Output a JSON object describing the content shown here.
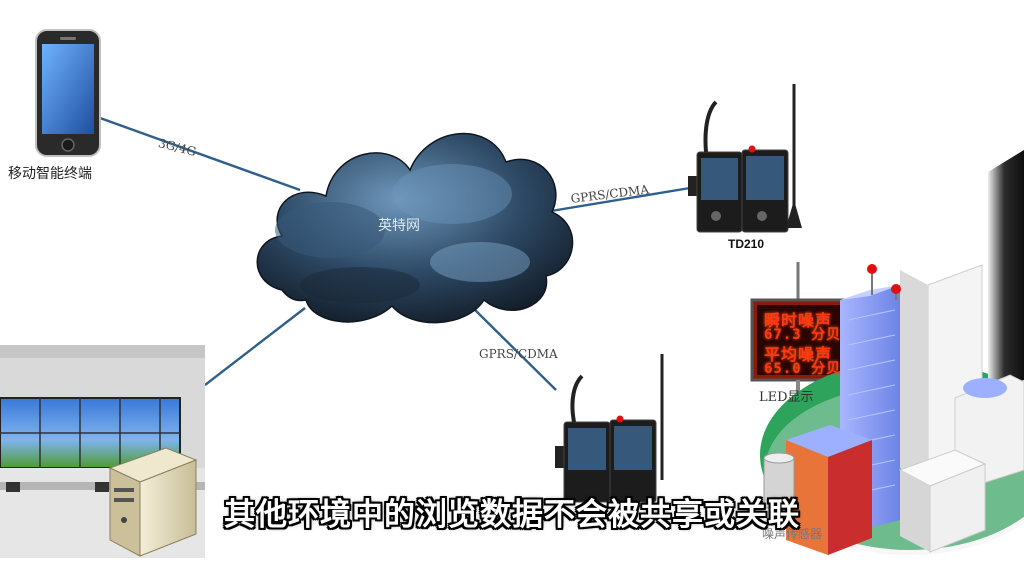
{
  "labels": {
    "phone": "移动智能终端",
    "link_phone": "3G/4G",
    "cloud": "英特网",
    "link_gateway_top": "GPRS/CDMA",
    "link_gateway_bottom": "GPRS/CDMA",
    "gateway_model": "TD210",
    "led_display": "LED显示",
    "sensor_partial": "噪声传感器"
  },
  "led_board": {
    "line1": "瞬时噪声",
    "line2": "67.3 分贝",
    "line3": "平均噪声",
    "line4": "65.0 分贝"
  },
  "subtitle": "其他环境中的浏览数据不会被共享或关联",
  "colors": {
    "link": "#2f5f8a",
    "cloud_dark": "#1b2a3a",
    "cloud_light": "#5f88ad",
    "led_text": "#ff3a10",
    "building_blue": "#8b9ff0",
    "building_red": "#c92d2d",
    "ground_green": "#2da35c"
  }
}
